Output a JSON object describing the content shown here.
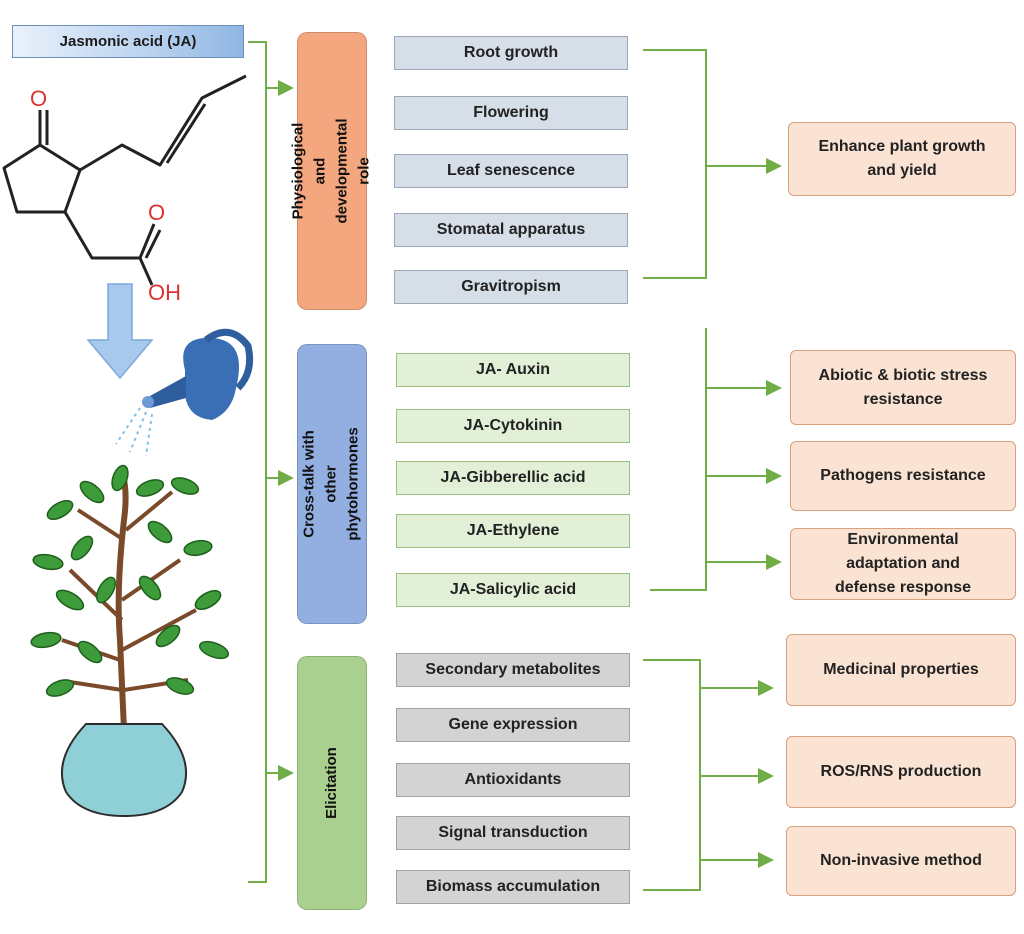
{
  "header": {
    "title": "Jasmonic acid (JA)"
  },
  "molecule": {
    "oxygen_label": "O",
    "oxygen2_label": "O",
    "acid_label": "OH"
  },
  "categories": [
    {
      "label": "Physiological and\ndevelopmental role",
      "color": "#f4a77e"
    },
    {
      "label": "Cross-talk with other\nphytohormones",
      "color": "#93aee0"
    },
    {
      "label": "Elicitation",
      "color": "#a9d08e"
    }
  ],
  "items": {
    "physiological": [
      "Root growth",
      "Flowering",
      "Leaf senescence",
      "Stomatal apparatus",
      "Gravitropism"
    ],
    "crosstalk": [
      "JA- Auxin",
      "JA-Cytokinin",
      "JA-Gibberellic acid",
      "JA-Ethylene",
      "JA-Salicylic acid"
    ],
    "elicitation": [
      "Secondary metabolites",
      "Gene expression",
      "Antioxidants",
      "Signal transduction",
      "Biomass accumulation"
    ]
  },
  "outcomes": {
    "growth": "Enhance plant growth\nand yield",
    "stress": "Abiotic & biotic stress\nresistance",
    "pathogen": "Pathogens resistance",
    "environment": "Environmental\nadaptation and\ndefense response",
    "medicinal": "Medicinal properties",
    "ros": "ROS/RNS production",
    "noninvasive": "Non-invasive method"
  },
  "colors": {
    "connector": "#70ad47",
    "arrow": "#7aa9dc",
    "can": "#3a6fb5",
    "pot": "#8fcfd6",
    "leaf": "#3e9b3a",
    "stem": "#7a4a2a"
  }
}
